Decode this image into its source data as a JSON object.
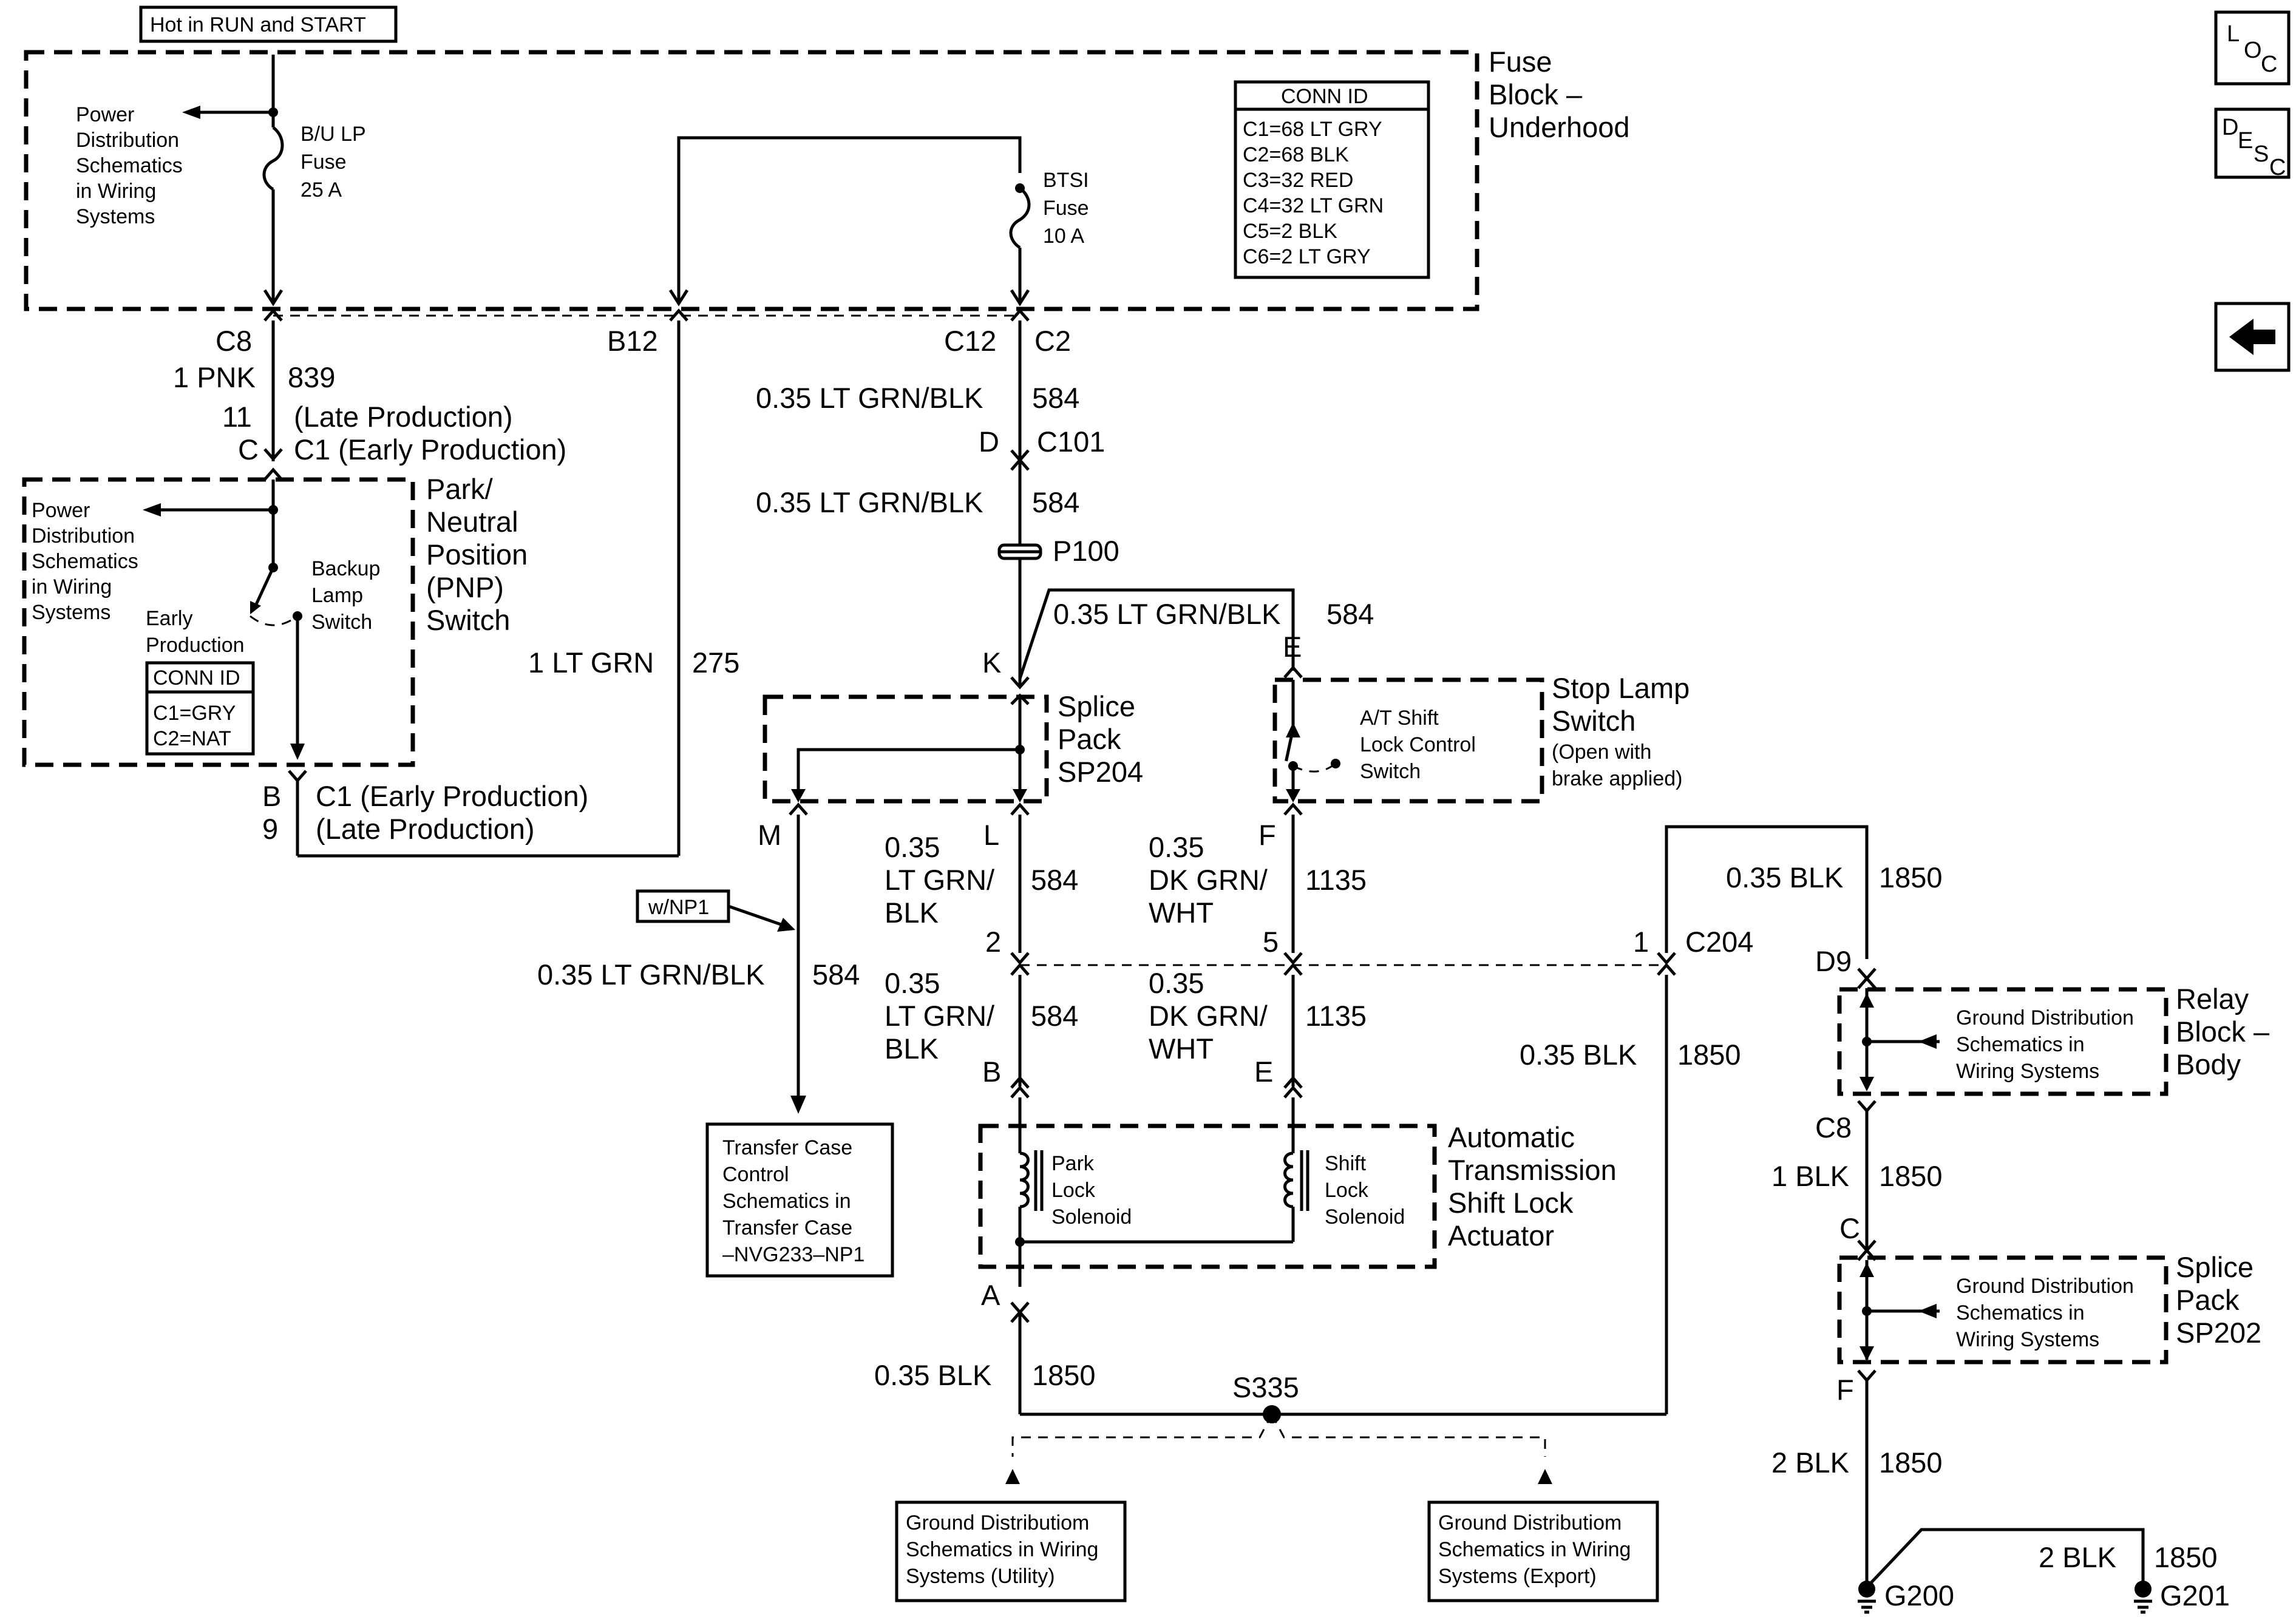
{
  "power_label": "Hot in RUN and START",
  "fuse_block": {
    "label1": "Fuse",
    "label2": "Block –",
    "label3": "Underhood"
  },
  "fuses": {
    "bu_lp": {
      "l1": "B/U LP",
      "l2": "Fuse",
      "l3": "25 A"
    },
    "btsi": {
      "l1": "BTSI",
      "l2": "Fuse",
      "l3": "10 A"
    }
  },
  "conn_id_fuse": {
    "title": "CONN ID",
    "rows": [
      "C1=68 LT GRY",
      "C2=68 BLK",
      "C3=32 RED",
      "C4=32 LT GRN",
      "C5=2 BLK",
      "C6=2 LT GRY"
    ]
  },
  "power_dist": {
    "l1": "Power",
    "l2": "Distribution",
    "l3": "Schematics",
    "l4": "in Wiring",
    "l5": "Systems"
  },
  "pins": {
    "c8": "C8",
    "b12": "B12",
    "c12": "C12",
    "c2": "C2",
    "d": "D",
    "c101": "C101",
    "k": "K",
    "e_top": "E",
    "c": "C",
    "b": "B",
    "nine": "9",
    "m": "M",
    "l": "L",
    "f": "F",
    "two": "2",
    "five": "5",
    "one": "1",
    "c204": "C204",
    "b_act": "B",
    "e_act": "E",
    "a": "A",
    "d9": "D9",
    "c8_rb": "C8",
    "c_sp": "C",
    "f_sp": "F",
    "eleven": "11"
  },
  "wires": {
    "pnk": "1 PNK",
    "n839": "839",
    "late_prod": "(Late Production)",
    "c1_early": "C1 (Early Production)",
    "ltgrn275": "1 LT GRN",
    "n275": "275",
    "ltgrnblk": "0.35 LT GRN/BLK",
    "n584": "584",
    "n035": "0.35",
    "ltgrn_": "LT GRN/",
    "blk": "BLK",
    "dkgrn_": "DK GRN/",
    "wht": "WHT",
    "n1135": "1135",
    "blk035": "0.35 BLK",
    "n1850": "1850",
    "blk1": "1 BLK",
    "blk2": "2 BLK",
    "c1_early_b": "C1 (Early Production)",
    "late_prod_b": "(Late Production)"
  },
  "p100": "P100",
  "pnp": {
    "l1": "Park/",
    "l2": "Neutral",
    "l3": "Position",
    "l4": "(PNP)",
    "l5": "Switch",
    "backup1": "Backup",
    "backup2": "Lamp",
    "backup3": "Switch",
    "early1": "Early",
    "early2": "Production",
    "conn_title": "CONN ID",
    "conn1": "C1=GRY",
    "conn2": "C2=NAT"
  },
  "splice204": {
    "l1": "Splice",
    "l2": "Pack",
    "l3": "SP204"
  },
  "stop_lamp": {
    "l1": "Stop Lamp",
    "l2": "Switch",
    "l3": "(Open with",
    "l4": "brake applied)",
    "sw1": "A/T Shift",
    "sw2": "Lock Control",
    "sw3": "Switch"
  },
  "np1": "w/NP1",
  "transfer_case": {
    "l1": "Transfer Case",
    "l2": "Control",
    "l3": "Schematics in",
    "l4": "Transfer Case",
    "l5": "–NVG233–NP1"
  },
  "actuator": {
    "l1": "Automatic",
    "l2": "Transmission",
    "l3": "Shift Lock",
    "l4": "Actuator",
    "park1": "Park",
    "park2": "Lock",
    "park3": "Solenoid",
    "shift1": "Shift",
    "shift2": "Lock",
    "shift3": "Solenoid"
  },
  "s335": "S335",
  "ground_utility": {
    "l1": "Ground Distributiom",
    "l2": "Schematics in Wiring",
    "l3": "Systems (Utility)"
  },
  "ground_export": {
    "l1": "Ground Distributiom",
    "l2": "Schematics in Wiring",
    "l3": "Systems (Export)"
  },
  "relay_block": {
    "l1": "Relay",
    "l2": "Block –",
    "l3": "Body"
  },
  "ground_dist": {
    "l1": "Ground Distribution",
    "l2": "Schematics in",
    "l3": "Wiring Systems"
  },
  "splice202": {
    "l1": "Splice",
    "l2": "Pack",
    "l3": "SP202"
  },
  "grounds": {
    "g200": "G200",
    "g201": "G201"
  },
  "nav": {
    "loc_l": "L",
    "loc_o": "O",
    "loc_c": "C",
    "desc_d": "D",
    "desc_e": "E",
    "desc_s": "S",
    "desc_c": "C"
  }
}
